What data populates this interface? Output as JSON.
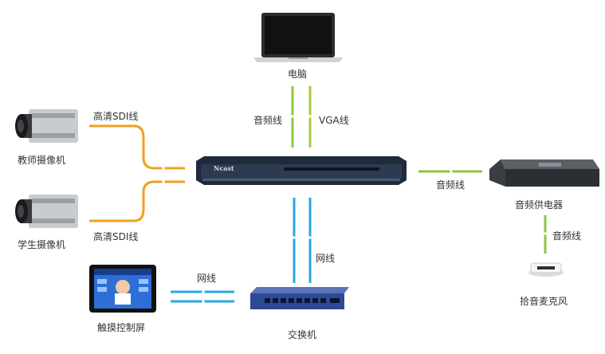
{
  "devices": {
    "computer": "电脑",
    "teacher_camera": "教师摄像机",
    "student_camera": "学生摄像机",
    "touch_screen": "触摸控制屏",
    "switch": "交换机",
    "audio_power": "音频供电器",
    "microphone": "拾音麦克风",
    "recorder_brand": "Ncast"
  },
  "links": {
    "teacher_sdi": "高清SDI线",
    "student_sdi": "高清SDI线",
    "pc_audio": "音频线",
    "pc_vga": "VGA线",
    "audio_right": "音频线",
    "network_down": "网线",
    "network_touch": "网线",
    "mic_audio": "音频线"
  },
  "colors": {
    "sdi": "#f0a020",
    "audio": "#8cc63f",
    "network": "#29a8e0"
  }
}
